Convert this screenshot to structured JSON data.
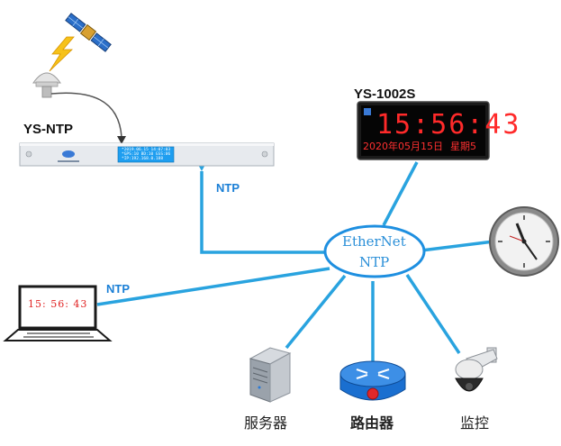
{
  "devices": {
    "ntp_server_title": "YS-NTP",
    "clock_title": "YS-1002S",
    "ethernet_line1": "EtherNet",
    "ethernet_line2": "NTP"
  },
  "links": {
    "ntp_label_server": "NTP",
    "ntp_label_laptop": "NTP"
  },
  "led_clock": {
    "time": "15:56:43",
    "date": "2020年05月15日",
    "weekday": "星期5"
  },
  "panel_display": {
    "line1": "*2019.06.15  14:07:03",
    "line2": "*GPS:10 BD:10 GSS:06",
    "line3": "*IP:192.168.0.188"
  },
  "laptop_screen": {
    "time": "15: 56: 43"
  },
  "endpoints": {
    "server": "服务器",
    "router": "路由器",
    "camera": "监控"
  },
  "colors": {
    "link_blue": "#29a3df",
    "ethernet_ring": "#1e8fe0",
    "led_red": "#ff2a2a"
  }
}
